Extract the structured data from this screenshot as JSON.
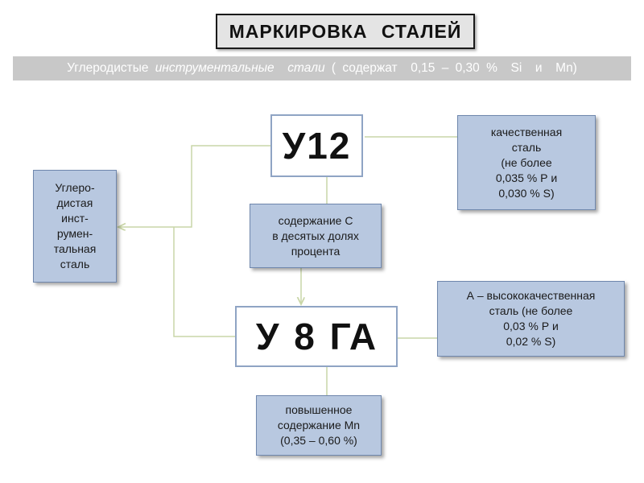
{
  "title": "МАРКИРОВКА   СТАЛЕЙ",
  "subtitle": {
    "part1": "Углеродистые ",
    "italic": "инструментальные  стали",
    "part2": " ( содержат  0,15 – 0,30 %  Si  и  Mn)"
  },
  "marks": {
    "mark1": "У12",
    "mark2": "У 8 ГА"
  },
  "boxes": {
    "steel": "Углеро-\nдистая\nинст-\nрумен-\nтальная\nсталь",
    "carbon": "содержание  С\nв  десятых  долях\nпроцента",
    "quality": "качественная\nсталь\n(не  более\n0,035 %  Р  и\n0,030 %  S)",
    "high": "А – высококачественная\nсталь  (не  более\n0,03 %  Р  и\n0,02 %  S)",
    "mn": "повышенное\nсодержание  Mn\n(0,35 – 0,60 %)"
  },
  "colors": {
    "box_fill": "#b8c8e0",
    "box_border": "#6f87ad",
    "mark_border": "#8fa4c4",
    "connector": "#c9d6a8",
    "subtitle_bar": "#c8c8c8"
  }
}
